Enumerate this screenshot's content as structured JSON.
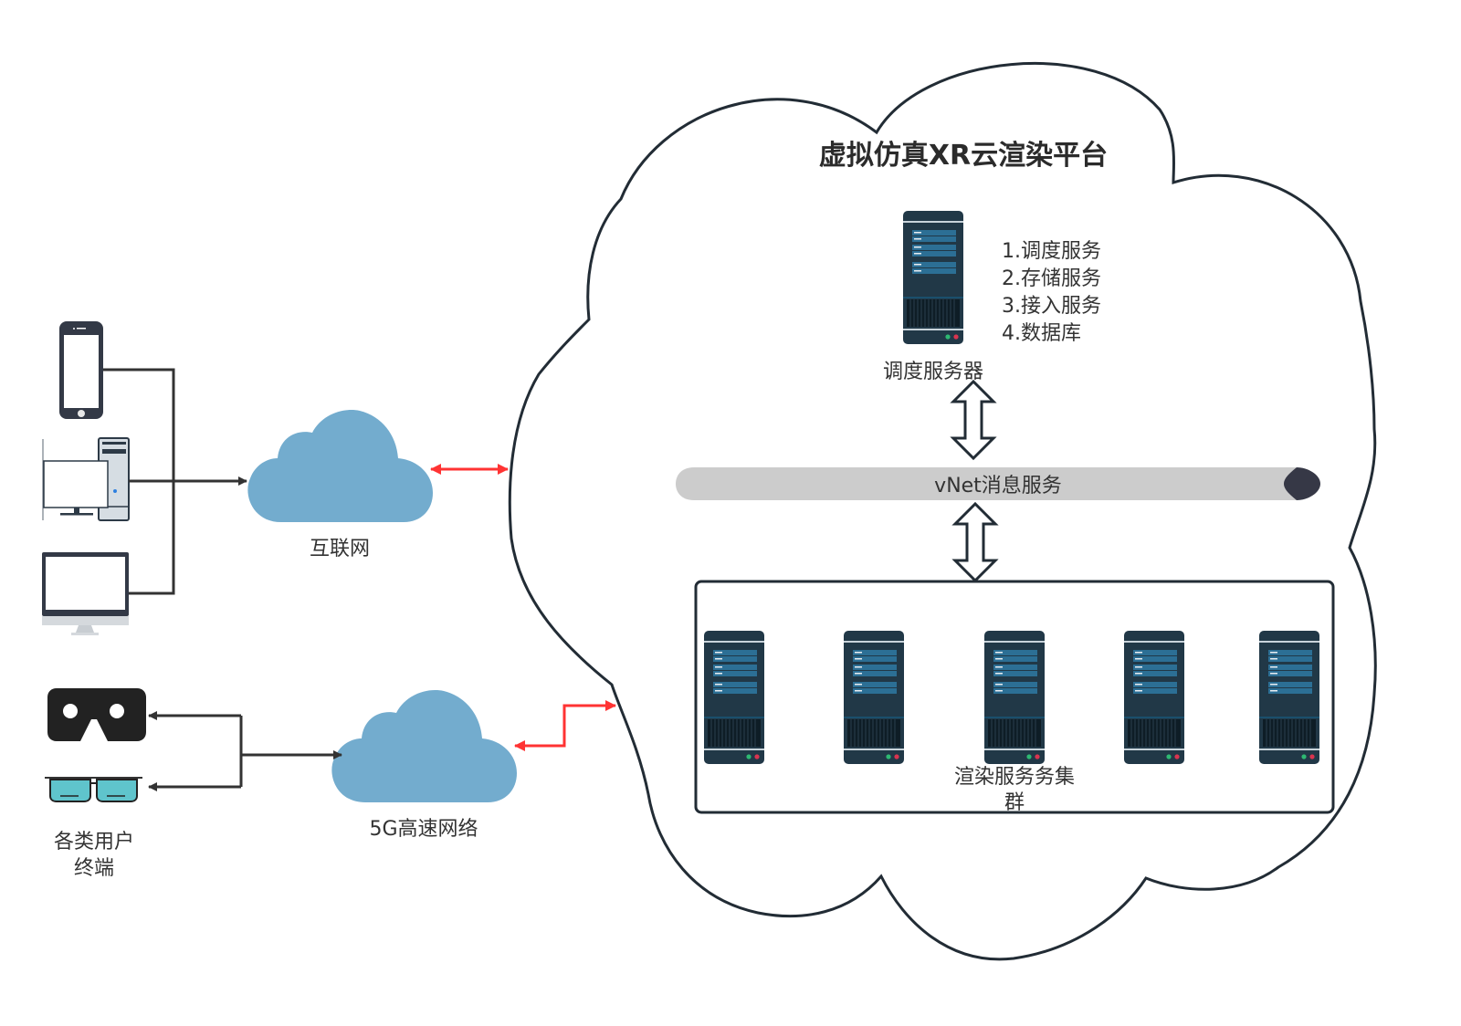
{
  "platform": {
    "title": "虚拟仿真XR云渲染平台",
    "dispatch_server": {
      "label": "调度服务器",
      "services": [
        "1.调度服务",
        "2.存储服务",
        "3.接入服务",
        "4.数据库"
      ]
    },
    "message_bus": {
      "label": "vNet消息服务"
    },
    "render_cluster": {
      "label_line1": "渲染服务务集",
      "label_line2": "群",
      "server_count": 5
    }
  },
  "networks": {
    "internet": {
      "label": "互联网"
    },
    "five_g": {
      "label": "5G高速网络"
    }
  },
  "terminals": {
    "label_line1": "各类用户",
    "label_line2": "终端",
    "devices": [
      "smartphone",
      "desktop-pc",
      "monitor",
      "vr-headset",
      "ar-glasses"
    ]
  },
  "colors": {
    "cloud_blue": "#73acce",
    "server_dark": "#213847",
    "server_panel": "#2c6f95",
    "red_link": "#ff3333",
    "line_dark": "#333333",
    "bus_gray": "#cccccc",
    "bus_cap": "#363846",
    "glasses_teal": "#5fc4cc"
  }
}
